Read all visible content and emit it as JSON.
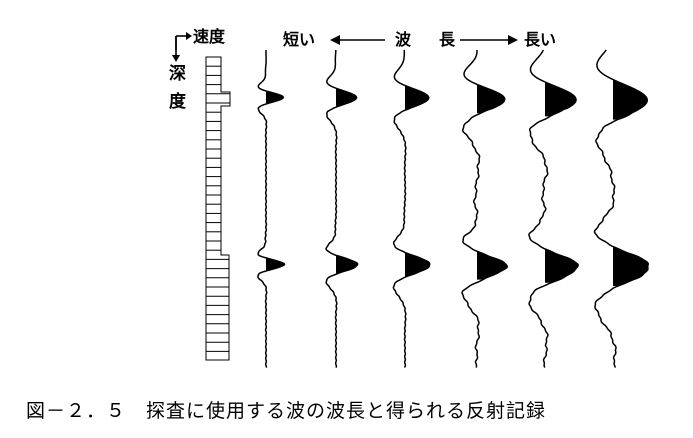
{
  "labels": {
    "velocity": "速度",
    "depth_1": "深",
    "depth_2": "度",
    "short": "短い",
    "wave": "波",
    "length": "長",
    "long": "長い"
  },
  "caption": "図－２．５　探査に使用する波の波長と得られる反射記録",
  "traces": [
    {
      "wavelength_rank": 1
    },
    {
      "wavelength_rank": 2
    },
    {
      "wavelength_rank": 3
    },
    {
      "wavelength_rank": 4
    },
    {
      "wavelength_rank": 5
    },
    {
      "wavelength_rank": 6
    }
  ],
  "colors": {
    "ink": "#000000",
    "paper": "#ffffff"
  }
}
